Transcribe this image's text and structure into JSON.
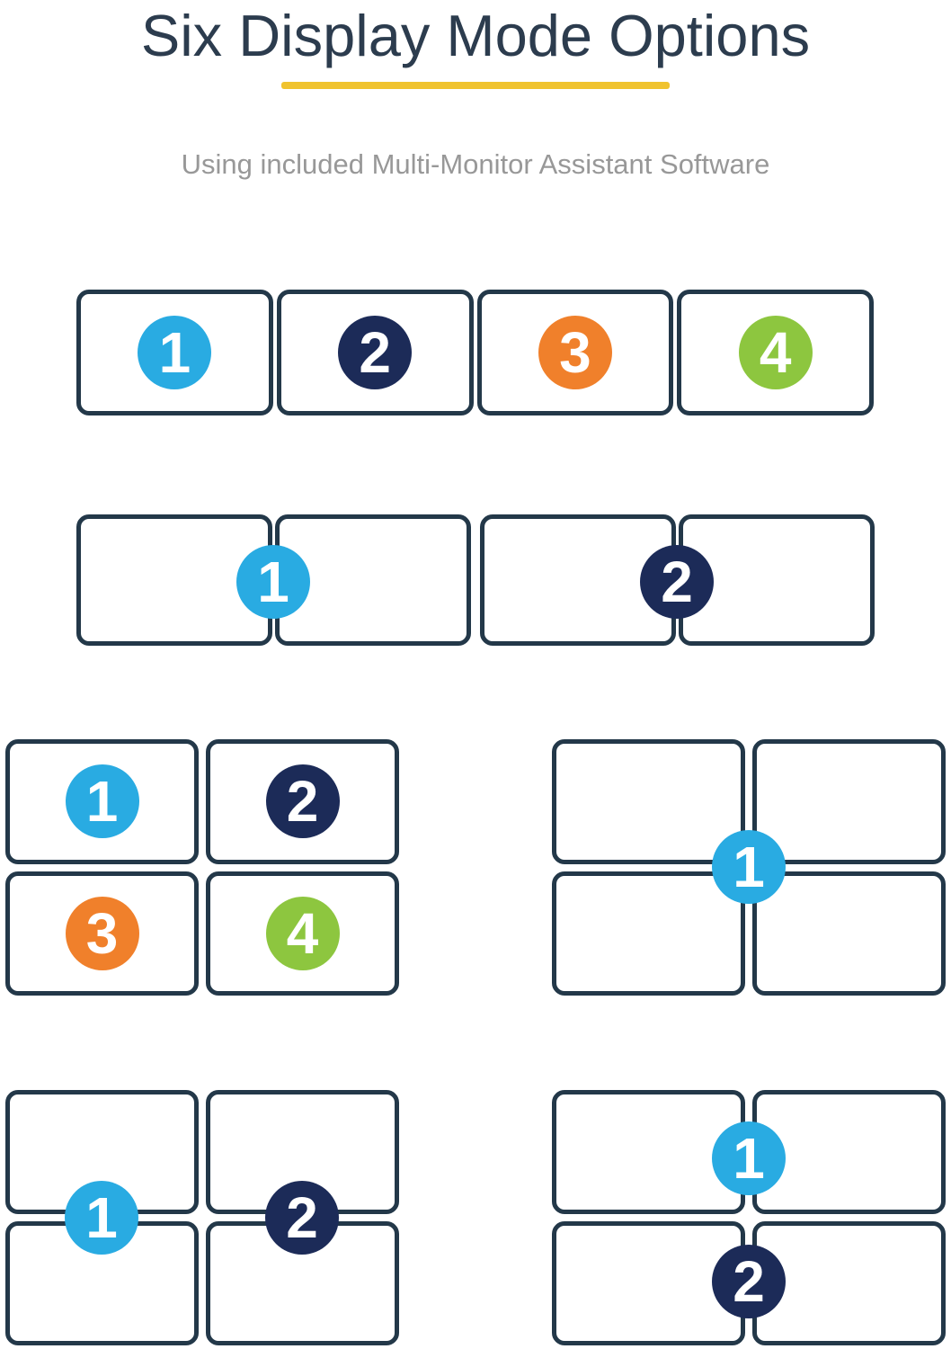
{
  "header": {
    "title": "Six Display Mode Options",
    "subtitle": "Using included Multi-Monitor Assistant Software"
  },
  "colors": {
    "title_text": "#2c3c4e",
    "subtitle_text": "#989898",
    "underline_accent": "#f0c32e",
    "monitor_border": "#233849",
    "badge": {
      "blue": "#29abe2",
      "navy": "#1c2b58",
      "orange": "#f0802b",
      "green": "#8dc63f"
    }
  },
  "modes": [
    {
      "layout": "1x4-row",
      "monitors": 4,
      "badges": [
        {
          "label": "1",
          "color": "blue"
        },
        {
          "label": "2",
          "color": "navy"
        },
        {
          "label": "3",
          "color": "orange"
        },
        {
          "label": "4",
          "color": "green"
        }
      ]
    },
    {
      "layout": "1x4-row-paired",
      "monitors": 4,
      "badges": [
        {
          "label": "1",
          "color": "blue"
        },
        {
          "label": "2",
          "color": "navy"
        }
      ]
    },
    {
      "layout": "2x2-grid",
      "monitors": 4,
      "badges": [
        {
          "label": "1",
          "color": "blue"
        },
        {
          "label": "2",
          "color": "navy"
        },
        {
          "label": "3",
          "color": "orange"
        },
        {
          "label": "4",
          "color": "green"
        }
      ]
    },
    {
      "layout": "2x2-grid-single-span",
      "monitors": 4,
      "badges": [
        {
          "label": "1",
          "color": "blue"
        }
      ]
    },
    {
      "layout": "2x2-grid-vertical-spans",
      "monitors": 4,
      "badges": [
        {
          "label": "1",
          "color": "blue"
        },
        {
          "label": "2",
          "color": "navy"
        }
      ]
    },
    {
      "layout": "2x2-grid-horizontal-spans",
      "monitors": 4,
      "badges": [
        {
          "label": "1",
          "color": "blue"
        },
        {
          "label": "2",
          "color": "navy"
        }
      ]
    }
  ]
}
